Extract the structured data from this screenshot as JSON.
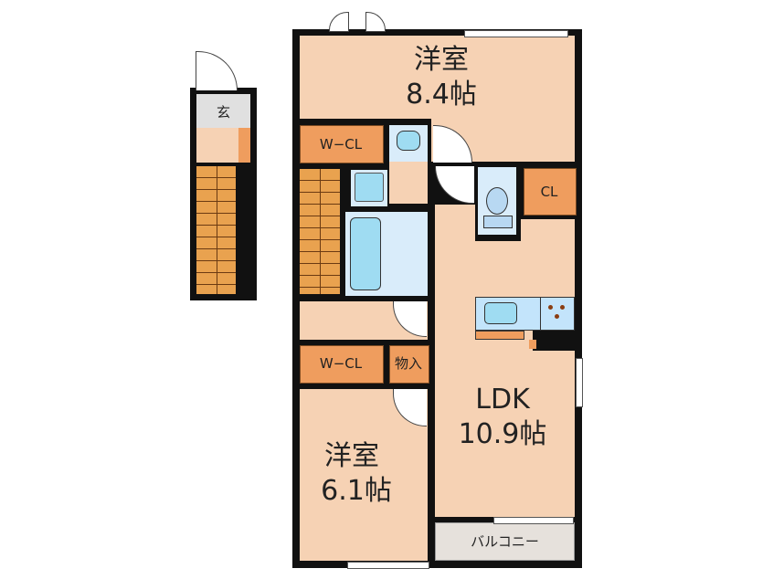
{
  "plan": {
    "entrance": {
      "label": "玄"
    },
    "rooms": [
      {
        "id": "western-room-north",
        "name": "洋室",
        "size": "8.4帖"
      },
      {
        "id": "western-room-south",
        "name": "洋室",
        "size": "6.1帖"
      },
      {
        "id": "ldk",
        "name": "LDK",
        "size": "10.9帖"
      }
    ],
    "closets": {
      "wcl_north": "W−CL",
      "wcl_south": "W−CL",
      "cl": "CL",
      "storage": "物入"
    },
    "balcony": {
      "label": "バルコニー"
    },
    "colors": {
      "floor": "#f6d2b4",
      "closet": "#ef9d5e",
      "stairs": "#e9a24f",
      "wet_area": "#d9ecfa",
      "fixture": "#9fdcf2",
      "entrance": "#e0e0e0",
      "balcony": "#e6e1dc",
      "wall": "#111111"
    }
  }
}
